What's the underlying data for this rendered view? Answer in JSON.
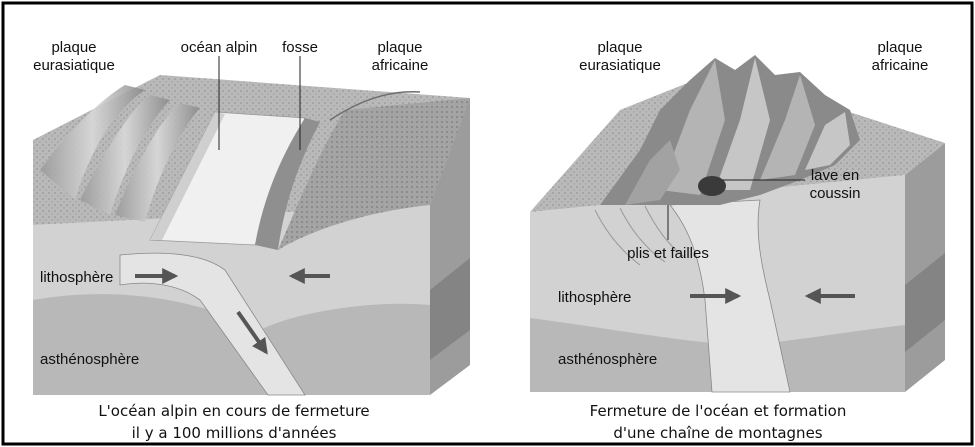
{
  "left_diagram": {
    "labels": {
      "plaque_eurasiatique_1": "plaque",
      "plaque_eurasiatique_2": "eurasiatique",
      "ocean_alpin": "océan alpin",
      "fosse": "fosse",
      "plaque_africaine_1": "plaque",
      "plaque_africaine_2": "africaine",
      "lithosphere": "lithosphère",
      "asthenosphere": "asthénosphère"
    },
    "caption_line1": "L'océan alpin en cours de fermeture",
    "caption_line2": "il y a 100 millions d'années"
  },
  "right_diagram": {
    "labels": {
      "plaque_eurasiatique_1": "plaque",
      "plaque_eurasiatique_2": "eurasiatique",
      "plaque_africaine_1": "plaque",
      "plaque_africaine_2": "africaine",
      "lave_1": "lave en",
      "lave_2": "coussin",
      "plis": "plis et failles",
      "lithosphere": "lithosphère",
      "asthenosphere": "asthénosphère"
    },
    "caption_line1": "Fermeture de l'océan et formation",
    "caption_line2": "d'une chaîne de montagnes"
  }
}
